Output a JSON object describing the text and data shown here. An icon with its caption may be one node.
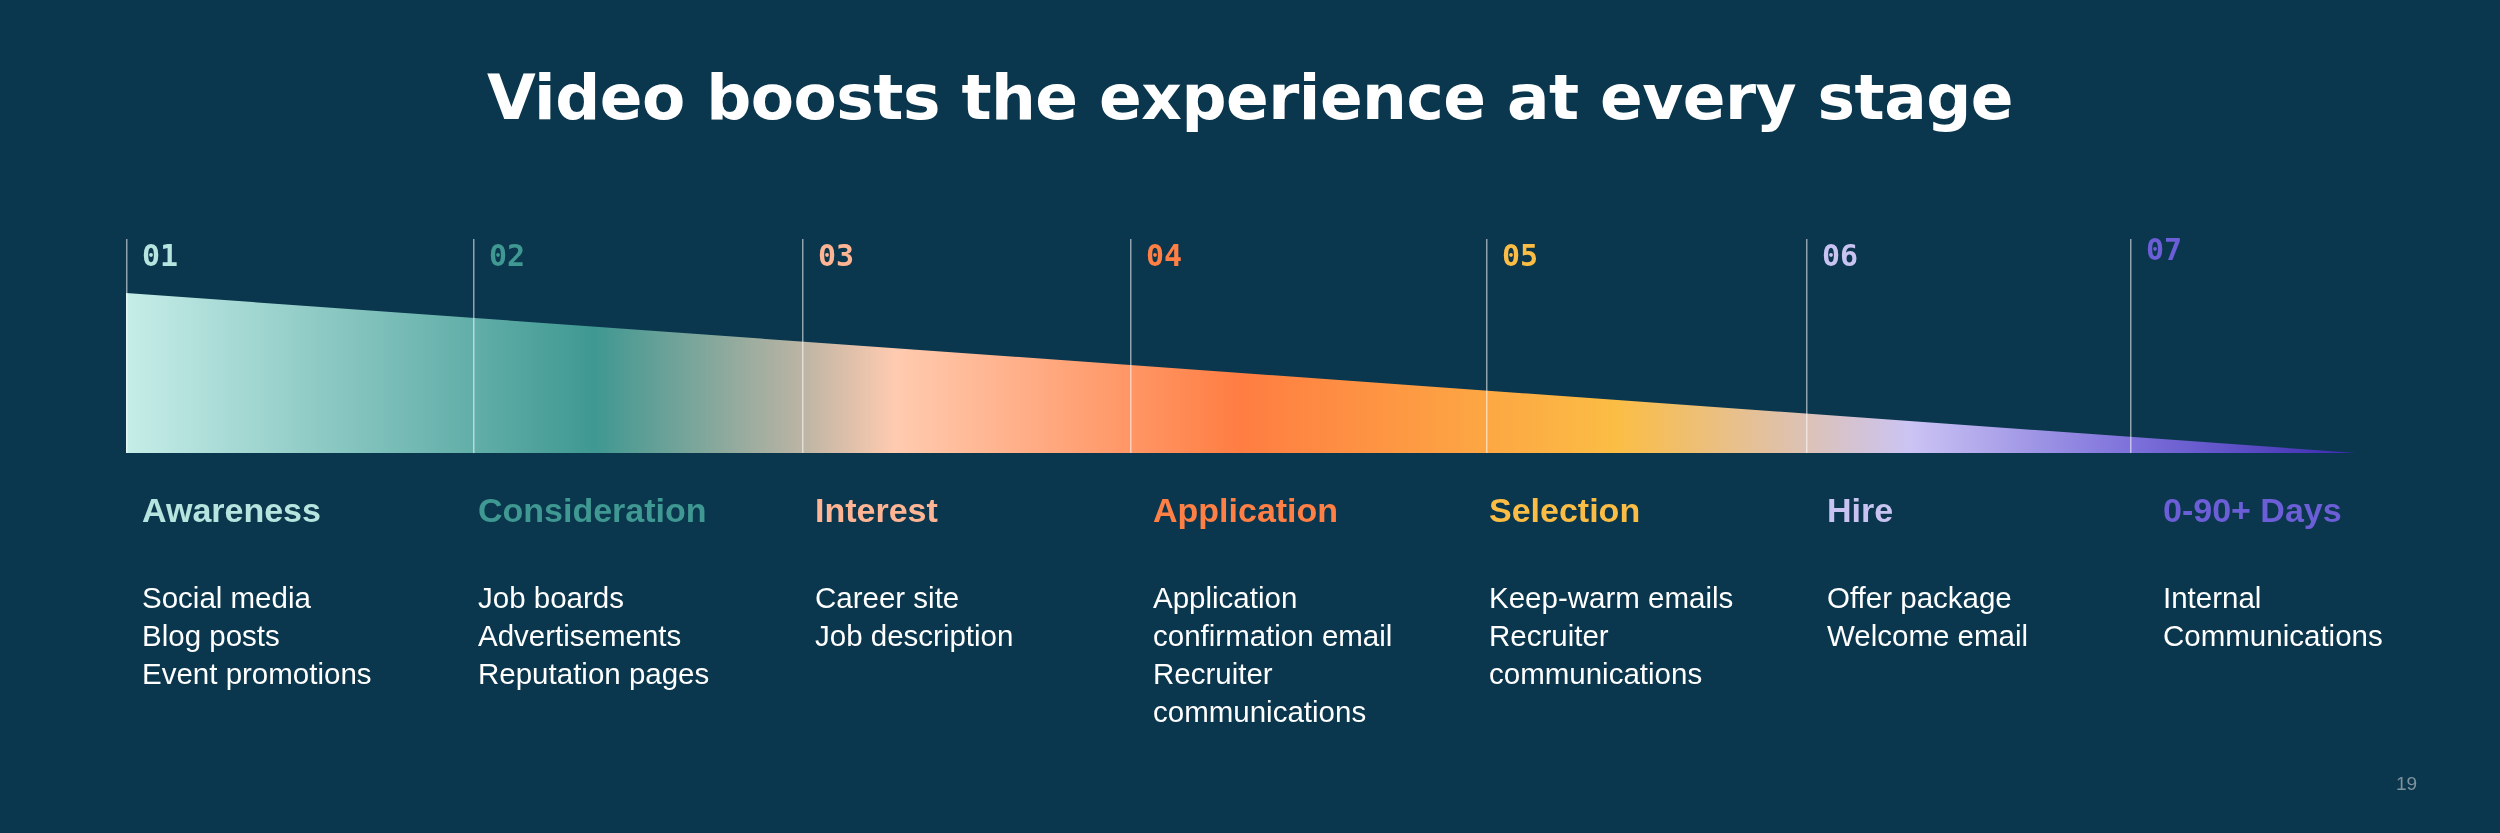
{
  "diagram": {
    "title": "Video boosts the experience at every stage",
    "nodes": [
      {
        "text": [
          "01",
          "Awareness",
          "Social media",
          "Blog posts",
          "Event promotions"
        ]
      },
      {
        "text": [
          "02",
          "Consideration",
          "Job boards",
          "Advertisements",
          "Reputation pages"
        ]
      },
      {
        "text": [
          "03",
          "Interest",
          "Career site",
          "Job description"
        ]
      },
      {
        "text": [
          "04",
          "Application",
          "Application confirmation email",
          "Recruiter communications"
        ]
      },
      {
        "text": [
          "05",
          "Selection",
          "Keep-warm emails",
          "Recruiter communications"
        ]
      },
      {
        "text": [
          "06",
          "Hire",
          "Offer package",
          "Welcome email"
        ]
      },
      {
        "text": [
          "07",
          "0-90+ Days",
          "Internal Communications"
        ]
      }
    ],
    "labels": [
      "19"
    ]
  }
}
